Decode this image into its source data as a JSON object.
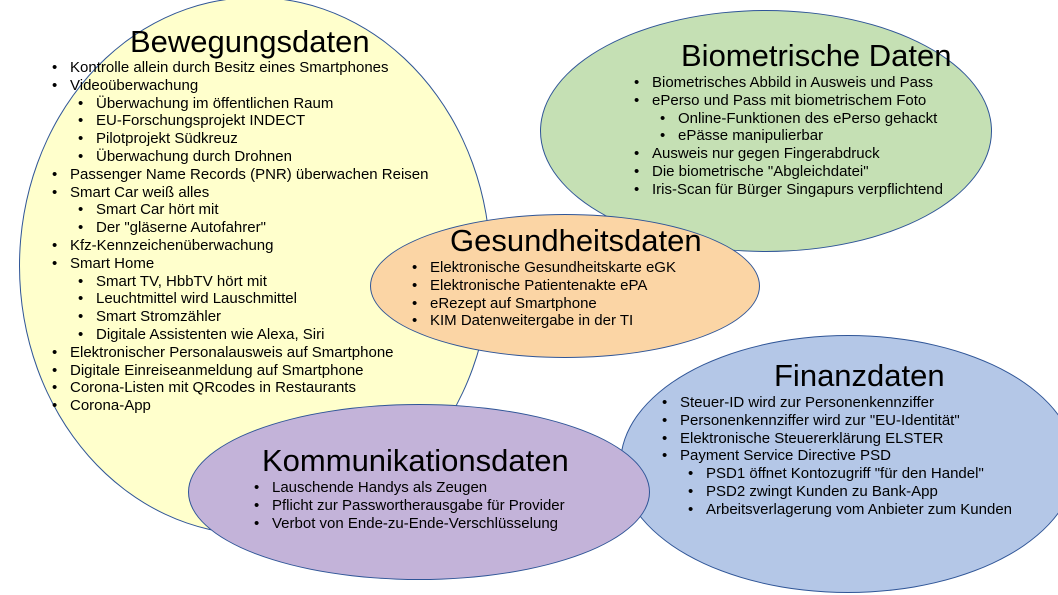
{
  "colors": {
    "bewegung_fill": "#ffffcc",
    "biometrie_fill": "#c5e0b4",
    "gesundheit_fill": "#fbd5a5",
    "finanz_fill": "#b4c7e7",
    "kommunikation_fill": "#c3b3d9",
    "outline": "#2f5597"
  },
  "bewegung": {
    "title": "Bewegungsdaten",
    "items": [
      {
        "text": "Kontrolle allein durch Besitz eines Smartphones",
        "level": 1
      },
      {
        "text": "Videoüberwachung",
        "level": 1
      },
      {
        "text": "Überwachung im öffentlichen Raum",
        "level": 2
      },
      {
        "text": "EU-Forschungsprojekt INDECT",
        "level": 2
      },
      {
        "text": "Pilotprojekt Südkreuz",
        "level": 2
      },
      {
        "text": "Überwachung durch Drohnen",
        "level": 2
      },
      {
        "text": "Passenger Name Records (PNR) überwachen Reisen",
        "level": 1
      },
      {
        "text": "Smart Car weiß alles",
        "level": 1
      },
      {
        "text": "Smart Car hört mit",
        "level": 2
      },
      {
        "text": "Der \"gläserne Autofahrer\"",
        "level": 2
      },
      {
        "text": "Kfz-Kennzeichenüberwachung",
        "level": 1
      },
      {
        "text": "Smart Home",
        "level": 1
      },
      {
        "text": "Smart TV, HbbTV hört mit",
        "level": 2
      },
      {
        "text": "Leuchtmittel wird Lauschmittel",
        "level": 2
      },
      {
        "text": "Smart Stromzähler",
        "level": 2
      },
      {
        "text": "Digitale Assistenten wie Alexa, Siri",
        "level": 2
      },
      {
        "text": "Elektronischer Personalausweis auf Smartphone",
        "level": 1
      },
      {
        "text": "Digitale Einreiseanmeldung auf Smartphone",
        "level": 1
      },
      {
        "text": "Corona-Listen mit QRcodes in Restaurants",
        "level": 1
      },
      {
        "text": "Corona-App",
        "level": 1
      }
    ]
  },
  "biometrie": {
    "title": "Biometrische Daten",
    "items": [
      {
        "text": "Biometrisches Abbild in Ausweis und Pass",
        "level": 1
      },
      {
        "text": "ePerso und Pass mit biometrischem Foto",
        "level": 1
      },
      {
        "text": "Online-Funktionen des ePerso gehackt",
        "level": 2
      },
      {
        "text": "ePässe manipulierbar",
        "level": 2
      },
      {
        "text": "Ausweis nur gegen Fingerabdruck",
        "level": 1
      },
      {
        "text": "Die biometrische \"Abgleichdatei\"",
        "level": 1
      },
      {
        "text": "Iris-Scan für Bürger Singapurs verpflichtend",
        "level": 1
      }
    ]
  },
  "gesundheit": {
    "title": "Gesundheitsdaten",
    "items": [
      {
        "text": "Elektronische Gesundheitskarte eGK",
        "level": 1
      },
      {
        "text": "Elektronische Patientenakte ePA",
        "level": 1
      },
      {
        "text": "eRezept auf Smartphone",
        "level": 1
      },
      {
        "text": "KIM Datenweitergabe in der TI",
        "level": 1
      }
    ]
  },
  "finanz": {
    "title": "Finanzdaten",
    "items": [
      {
        "text": "Steuer-ID wird zur Personenkennziffer",
        "level": 1
      },
      {
        "text": "Personenkennziffer wird zur \"EU-Identität\"",
        "level": 1
      },
      {
        "text": "Elektronische Steuererklärung ELSTER",
        "level": 1
      },
      {
        "text": "Payment Service Directive PSD",
        "level": 1
      },
      {
        "text": "PSD1 öffnet Kontozugriff \"für den Handel\"",
        "level": 2
      },
      {
        "text": "PSD2 zwingt Kunden zu Bank-App",
        "level": 2
      },
      {
        "text": "Arbeitsverlagerung vom Anbieter zum Kunden",
        "level": 2
      }
    ]
  },
  "kommunikation": {
    "title": "Kommunikationsdaten",
    "items": [
      {
        "text": "Lauschende Handys als Zeugen",
        "level": 1
      },
      {
        "text": "Pflicht zur Passwortherausgabe für Provider",
        "level": 1
      },
      {
        "text": "Verbot von Ende-zu-Ende-Verschlüsselung",
        "level": 1
      }
    ]
  }
}
